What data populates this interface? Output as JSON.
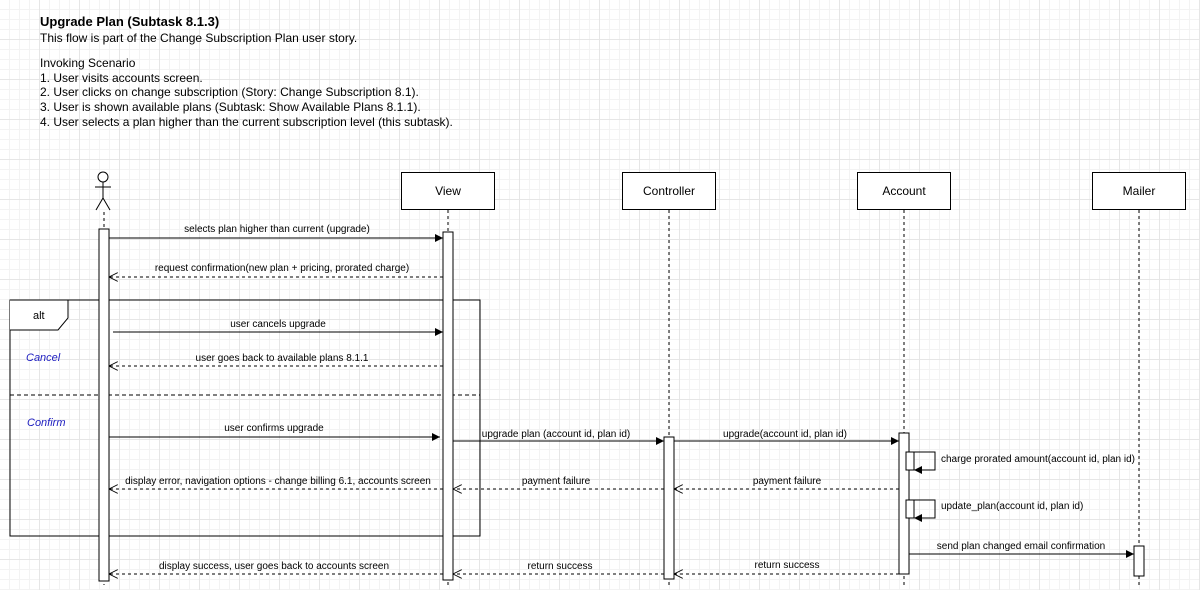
{
  "header": {
    "title": "Upgrade Plan (Subtask 8.1.3)",
    "subtitle": "This flow is part of the Change Subscription Plan user story.",
    "scenario_title": "Invoking Scenario",
    "steps": [
      "1. User visits accounts screen.",
      "2. User clicks on change subscription (Story: Change Subscription 8.1).",
      "3. User is shown available plans (Subtask: Show Available Plans 8.1.1).",
      "4. User selects a plan higher than the current subscription level (this subtask)."
    ]
  },
  "lifelines": [
    "View",
    "Controller",
    "Account",
    "Mailer"
  ],
  "fragment": {
    "label": "alt",
    "guards": [
      "Cancel",
      "Confirm"
    ]
  },
  "messages": [
    "selects plan higher than current (upgrade)",
    "request confirmation(new plan + pricing, prorated charge)",
    "user cancels upgrade",
    "user goes back to available plans 8.1.1",
    "user confirms upgrade",
    "upgrade plan (account id, plan id)",
    "upgrade(account id, plan id)",
    "charge prorated amount(account id, plan id)",
    "payment failure",
    "payment failure",
    "display error, navigation options - change billing 6.1, accounts screen",
    "update_plan(account id, plan id)",
    "send plan changed email confirmation",
    "return success",
    "return success",
    "display success, user goes back to accounts screen"
  ],
  "colors": {
    "guard": "#2020c0",
    "line": "#000000",
    "grid": "#e6e6e6"
  }
}
